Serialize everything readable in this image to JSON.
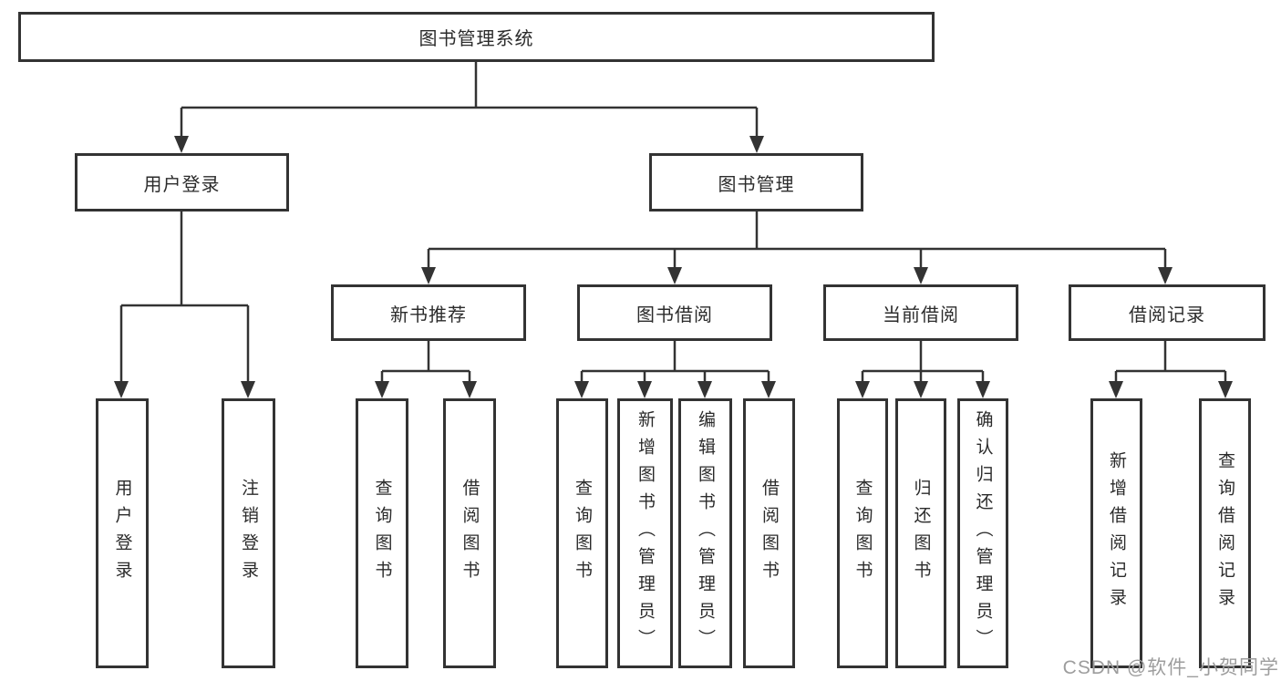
{
  "tree": {
    "root": {
      "label": "图书管理系统",
      "children": [
        {
          "label": "用户登录",
          "children": [
            {
              "label": "用户登录"
            },
            {
              "label": "注销登录"
            }
          ]
        },
        {
          "label": "图书管理",
          "children": [
            {
              "label": "新书推荐",
              "children": [
                {
                  "label": "查询图书"
                },
                {
                  "label": "借阅图书"
                }
              ]
            },
            {
              "label": "图书借阅",
              "children": [
                {
                  "label": "查询图书"
                },
                {
                  "label": "新增图书（管理员）"
                },
                {
                  "label": "编辑图书（管理员）"
                },
                {
                  "label": "借阅图书"
                }
              ]
            },
            {
              "label": "当前借阅",
              "children": [
                {
                  "label": "查询图书"
                },
                {
                  "label": "归还图书"
                },
                {
                  "label": "确认归还（管理员）"
                }
              ]
            },
            {
              "label": "借阅记录",
              "children": [
                {
                  "label": "新增借阅记录"
                },
                {
                  "label": "查询借阅记录"
                }
              ]
            }
          ]
        }
      ]
    }
  },
  "watermark": {
    "text": "CSDN @软件_小贺同学"
  },
  "colors": {
    "box_border": "#333333",
    "connector_line": "#333333",
    "text": "#2b2b2b",
    "watermark": "#9d9d9d",
    "background": "#ffffff"
  }
}
